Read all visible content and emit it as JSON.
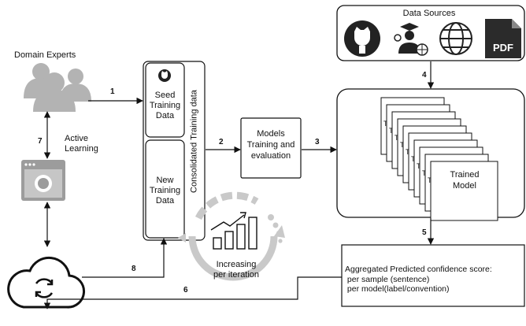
{
  "data_sources": {
    "title": "Data Sources",
    "icons": [
      "github-icon",
      "researcher-icon",
      "globe-icon",
      "pdf-file-icon"
    ],
    "pdf_label": "PDF"
  },
  "domain_experts": {
    "label": "Domain Experts"
  },
  "active_learning": {
    "label_line1": "Active",
    "label_line2": "Learning"
  },
  "consolidated": {
    "vertical_label": "Consolidated Training data",
    "seed_line1": "Seed",
    "seed_line2": "Training",
    "seed_line3": "Data",
    "new_line1": "New",
    "new_line2": "Training",
    "new_line3": "Data"
  },
  "models": {
    "line1": "Models",
    "line2": "Training and",
    "line3": "evaluation"
  },
  "trained_model": {
    "line1": "Trained",
    "line2": "Model",
    "stack_letter": "T"
  },
  "cycle": {
    "line1": "Increasing",
    "line2": "per iteration"
  },
  "aggregated": {
    "line1": "Aggregated Predicted confidence score:",
    "line2": " per sample (sentence)",
    "line3": " per model(label/convention)"
  },
  "steps": {
    "s1": "1",
    "s2": "2",
    "s3": "3",
    "s4": "4",
    "s5": "5",
    "s6": "6",
    "s7": "7",
    "s8": "8"
  },
  "colors": {
    "line": "#111111",
    "person_gray": "#b3b3b3",
    "icon_dark": "#222222",
    "cycle_gray": "#c9c9c9"
  }
}
